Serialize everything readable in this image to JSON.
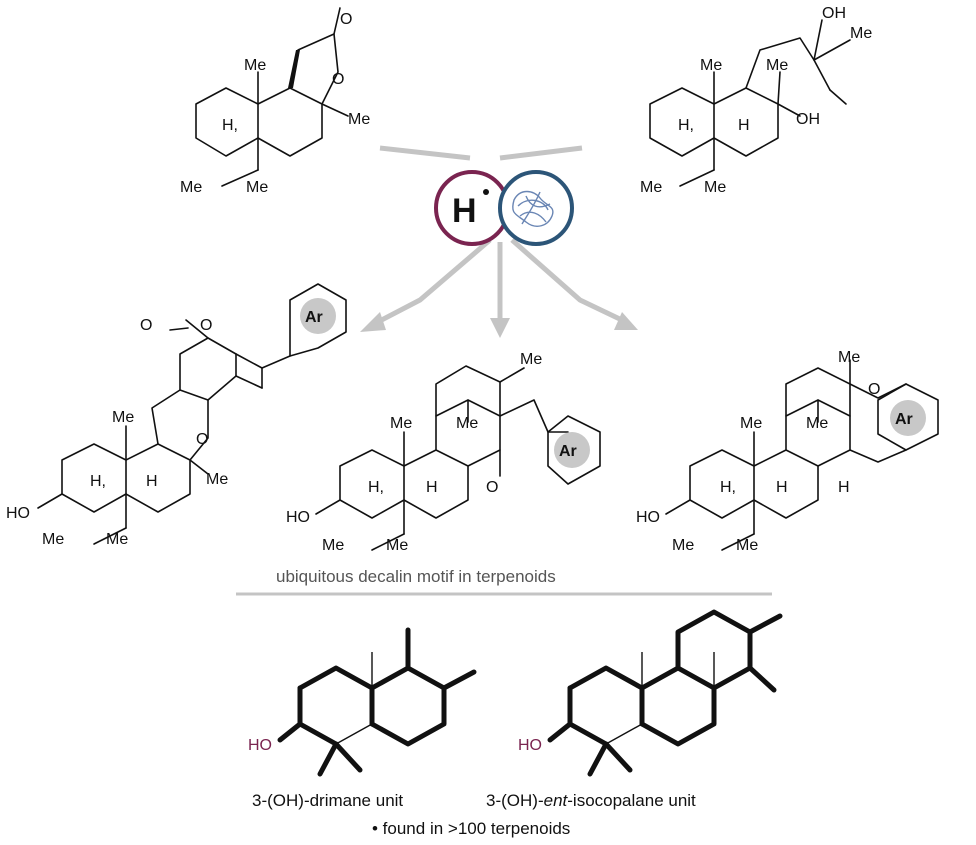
{
  "colors": {
    "hydrogen_ring": "#7a2450",
    "enzyme_ring": "#2c5578",
    "arrows": "#c4c4c4",
    "divider": "#c4c4c4",
    "hydroxyl_accent": "#7a2450",
    "ar_fill": "#c8c8c8"
  },
  "catalyst": {
    "hydrogen_label": "H",
    "enzyme_icon": "protein-structure-icon"
  },
  "atoms": {
    "me": "Me",
    "oh": "OH",
    "ho": "HO",
    "h": "H",
    "h_comma": "H,",
    "o": "O",
    "ar": "Ar"
  },
  "captions": {
    "motif": "ubiquitous decalin motif in terpenoids",
    "drimane": "3-(OH)-drimane unit",
    "isocopalane_prefix": "3-(OH)-",
    "isocopalane_italic": "ent",
    "isocopalane_suffix": "-isocopalane unit",
    "footnote": "• found in >100 terpenoids"
  }
}
